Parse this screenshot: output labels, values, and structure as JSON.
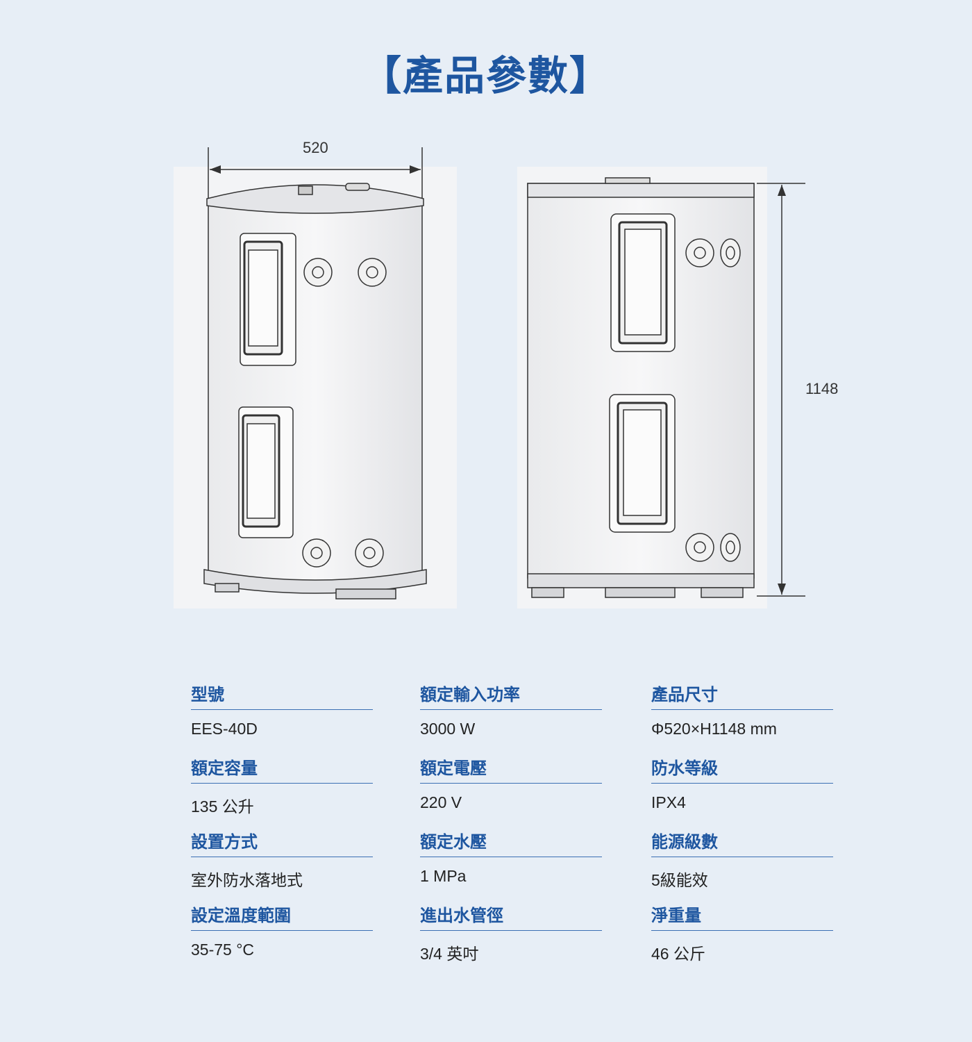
{
  "title": "【產品參數】",
  "dimensions": {
    "width": "520",
    "height": "1148"
  },
  "specs": [
    {
      "label": "型號",
      "value": "EES-40D"
    },
    {
      "label": "額定輸入功率",
      "value": "3000 W"
    },
    {
      "label": "產品尺寸",
      "value": "Φ520×H1148 mm"
    },
    {
      "label": "額定容量",
      "value": "135 公升"
    },
    {
      "label": "額定電壓",
      "value": "220 V"
    },
    {
      "label": "防水等級",
      "value": "IPX4"
    },
    {
      "label": "設置方式",
      "value": "室外防水落地式"
    },
    {
      "label": "額定水壓",
      "value": "1 MPa"
    },
    {
      "label": "能源級數",
      "value": "5級能效"
    },
    {
      "label": "設定溫度範圍",
      "value": "35-75 °C"
    },
    {
      "label": "進出水管徑",
      "value": "3/4 英吋"
    },
    {
      "label": "淨重量",
      "value": "46 公斤"
    }
  ],
  "colors": {
    "accent": "#1e56a0",
    "background": "#e7eef6"
  }
}
